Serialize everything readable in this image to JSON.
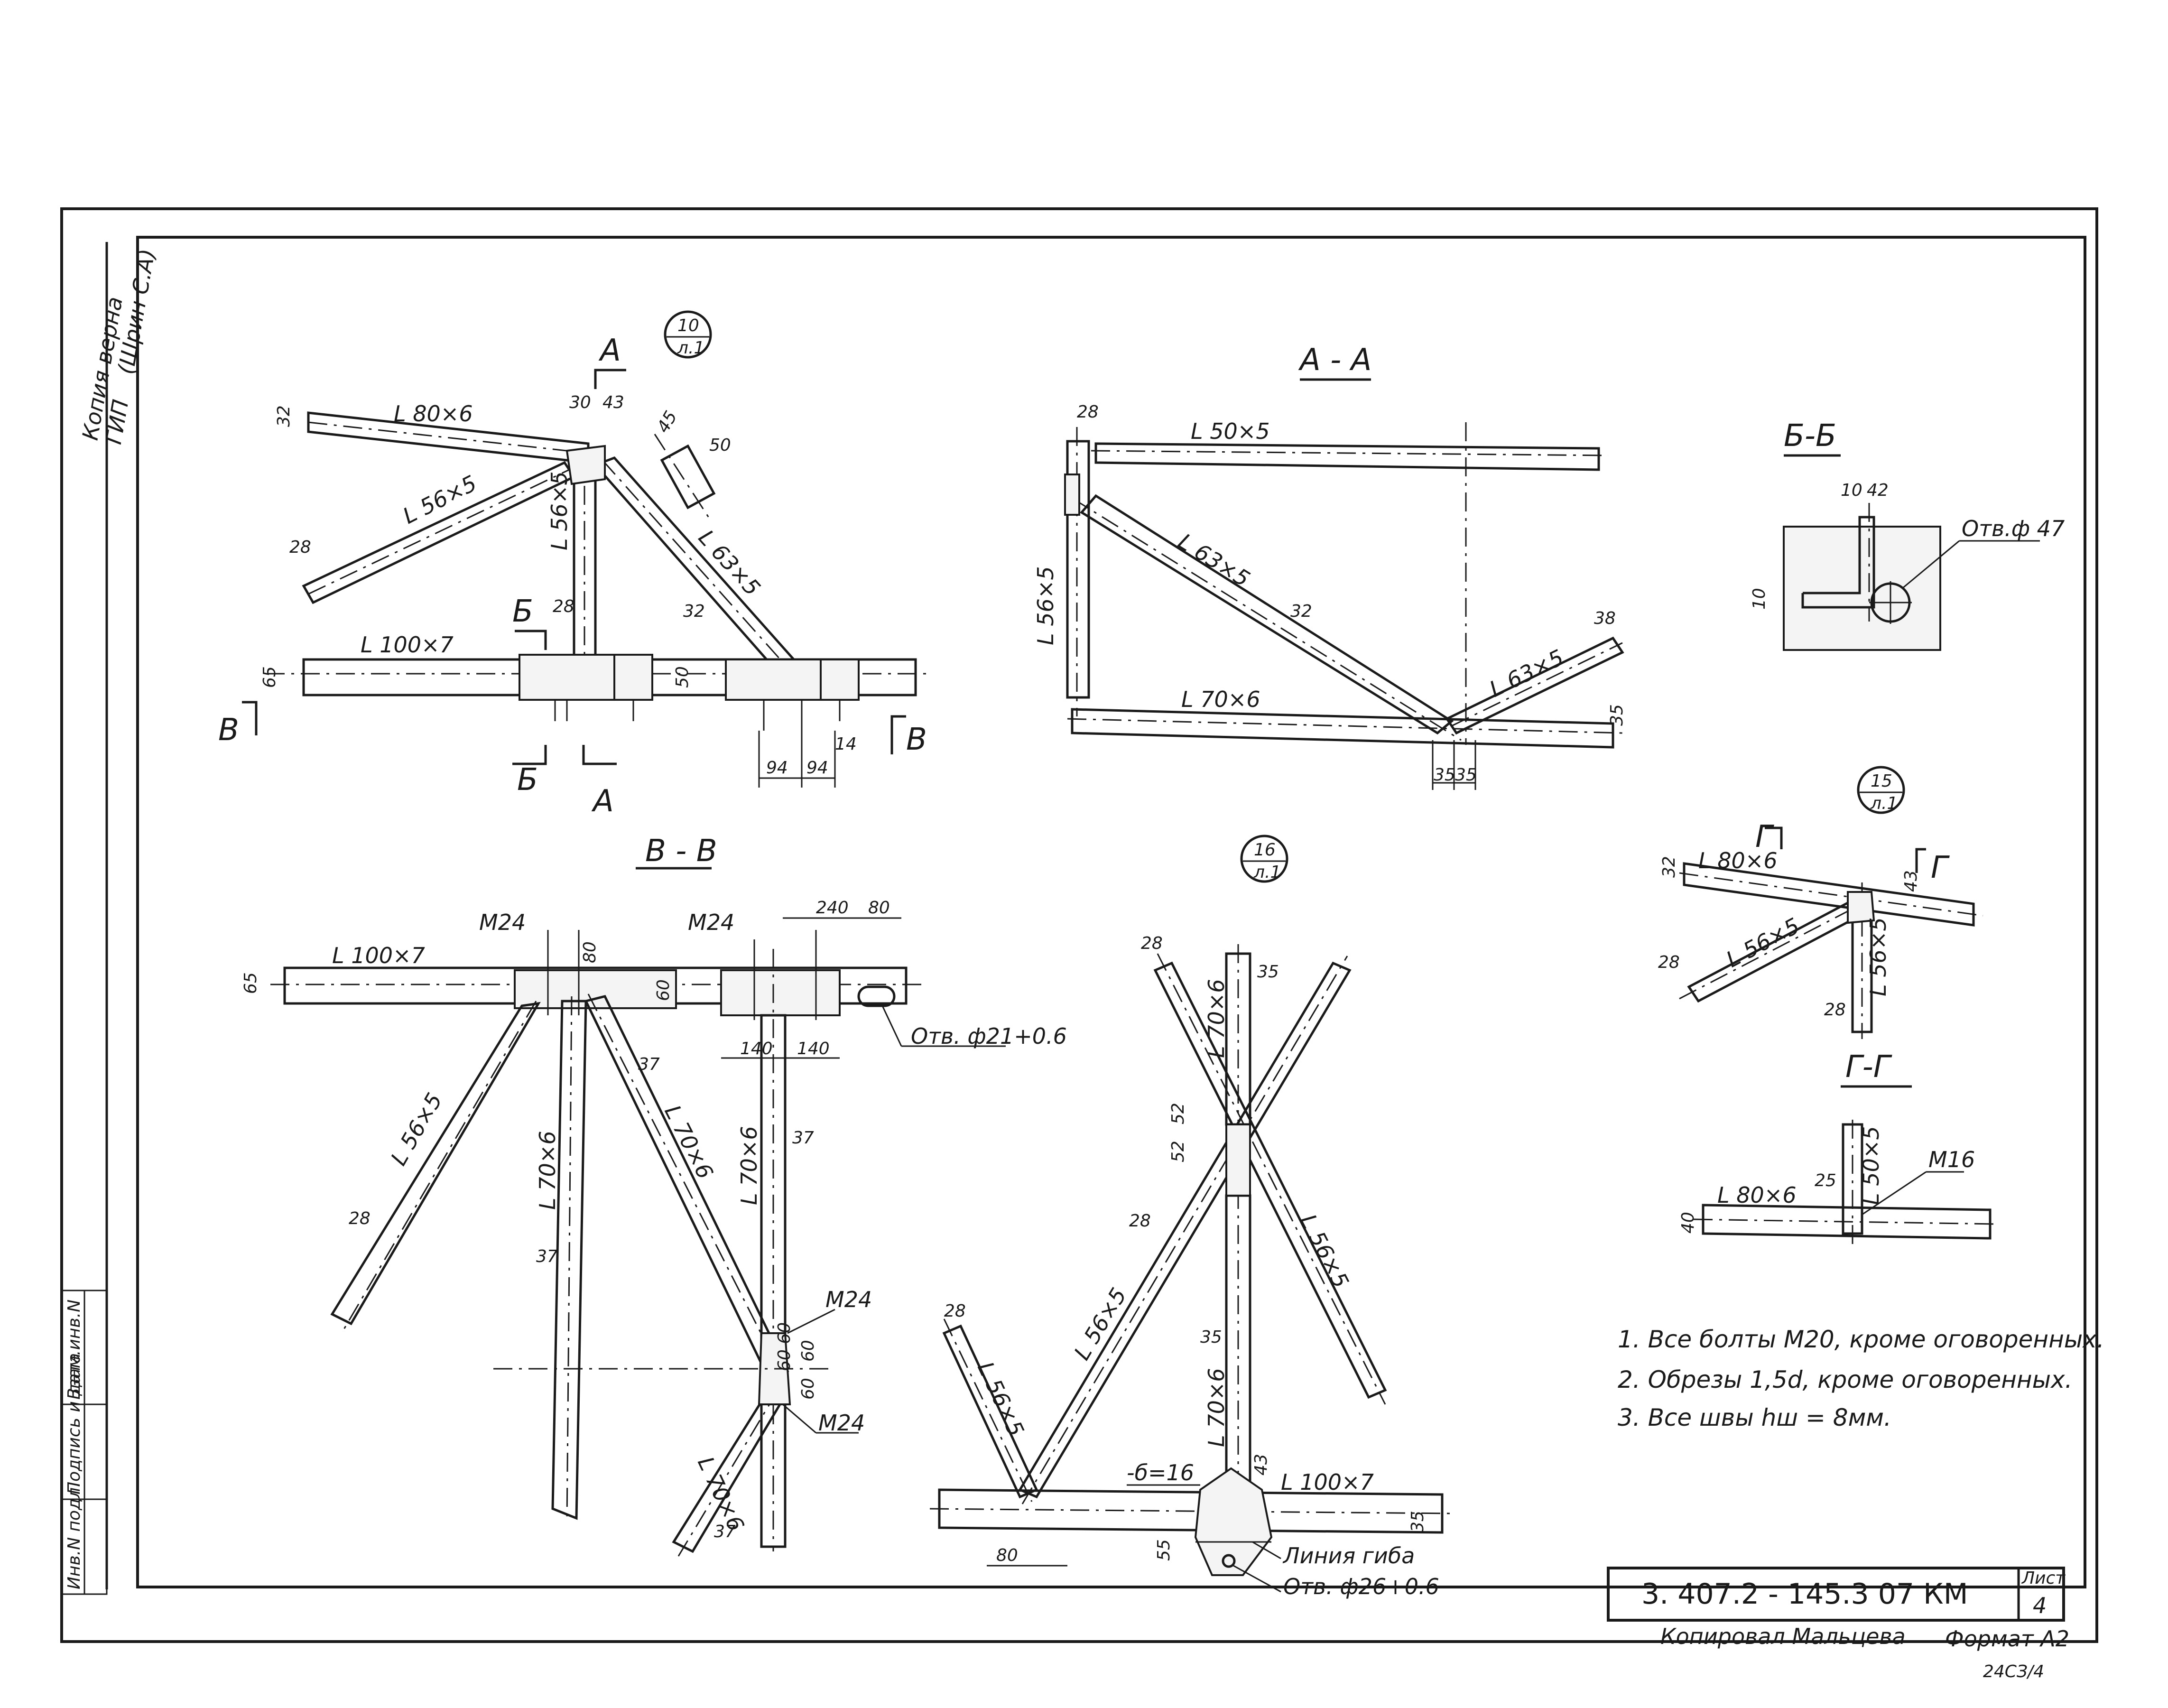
{
  "margin_stamp": {
    "line1": "Копия верна",
    "line2": "ГИП",
    "line3": "(Шрин С.А)"
  },
  "side_table": [
    "Инв.N подл.",
    "Подпись и дата",
    "Взам.инв.N"
  ],
  "view_main": {
    "ref_num": "10",
    "ref_sheet": "л.1",
    "labels": {
      "top_angle": "L 80×6",
      "diag_left": "L 56×5",
      "vertical": "L 56×5",
      "diag_right": "L 63×5",
      "bottom_chord": "L 100×7"
    },
    "dims": {
      "d30": "30",
      "d43": "43",
      "d32a": "32",
      "d28a": "28",
      "d28b": "28",
      "d32b": "32",
      "d65": "65",
      "d50": "50",
      "d94a": "94",
      "d94b": "94",
      "d14": "14",
      "d45": "45",
      "d50b": "50"
    },
    "cut_A": "А",
    "cut_B": "Б",
    "cut_V": "В"
  },
  "section_AA": {
    "title": "А - А",
    "labels": {
      "top": "L 50×5",
      "diag": "L 63×5",
      "vert": "L 56×5",
      "bottom": "L 70×6",
      "diag_short": "L 63×5"
    },
    "dims": {
      "d28": "28",
      "d32": "32",
      "d38": "38",
      "d35": "35",
      "d35a": "35",
      "d35b": "35"
    }
  },
  "section_BB": {
    "title": "Б-Б",
    "hole": "Отв.ф 47",
    "dims": {
      "d10a": "10",
      "d42": "42",
      "d10b": "10"
    }
  },
  "section_VV": {
    "title": "В - В",
    "labels": {
      "chord": "L 100×7",
      "diag_left": "L 56×5",
      "vert_left": "L 70×6",
      "diag_mid": "L 70×6",
      "vert_right": "L 70×6",
      "diag_low": "L 70×6"
    },
    "bolts": {
      "m24a": "M24",
      "m24b": "M24",
      "m24c": "M24",
      "m24d": "M24"
    },
    "hole": "Отв. ф21+0.6",
    "dims": {
      "d240": "240",
      "d80": "80",
      "d65": "65",
      "d80b": "80",
      "d60": "60",
      "d140a": "140",
      "d140b": "140",
      "d37a": "37",
      "d37b": "37",
      "d37c": "37",
      "d37d": "37",
      "d28": "28",
      "d60a": "60",
      "d60b": "60",
      "d6060": "60 60"
    }
  },
  "view_16": {
    "ref_num": "16",
    "ref_sheet": "л.1",
    "labels": {
      "vert_top": "L 70×6",
      "diag_right": "L 56×5",
      "diag_left": "L 56×5",
      "vert_low": "L 70×6",
      "diag_low": "L 56×5",
      "chord": "L 100×7"
    },
    "plate": "-б=16",
    "weld_line": "Линия гиба",
    "hole": "Отв. ф26+0.6",
    "dims": {
      "d28a": "28",
      "d35a": "35",
      "d52a": "52",
      "d52b": "52",
      "d28b": "28",
      "d35b": "35",
      "d28c": "28",
      "d43": "43",
      "d80": "80",
      "d55": "55",
      "d35c": "35"
    }
  },
  "view_15": {
    "ref_num": "15",
    "ref_sheet": "л.1",
    "labels": {
      "top": "L 80×6",
      "diag": "L 56×5",
      "vert": "L 56×5"
    },
    "cut": "Г",
    "dims": {
      "d32": "32",
      "d43": "43",
      "d28a": "28",
      "d28b": "28"
    }
  },
  "section_GG": {
    "title": "Г-Г",
    "labels": {
      "chord": "L 80×6",
      "vert": "L 50×5",
      "bolt": "M16"
    },
    "dims": {
      "d40": "40",
      "d25": "25"
    }
  },
  "notes": [
    "1. Все болты  M20, кроме оговоренных.",
    "2. Обрезы   1,5d, кроме оговоренных.",
    "3. Все  швы   hш = 8мм."
  ],
  "title_block": {
    "code": "3. 407.2 - 145.3   07 КМ",
    "sheet_label": "Лист",
    "sheet_num": "4"
  },
  "footer": {
    "copied": "Копировал  Мальцева",
    "format": "Формат А2",
    "small": "24СЗ/4"
  }
}
